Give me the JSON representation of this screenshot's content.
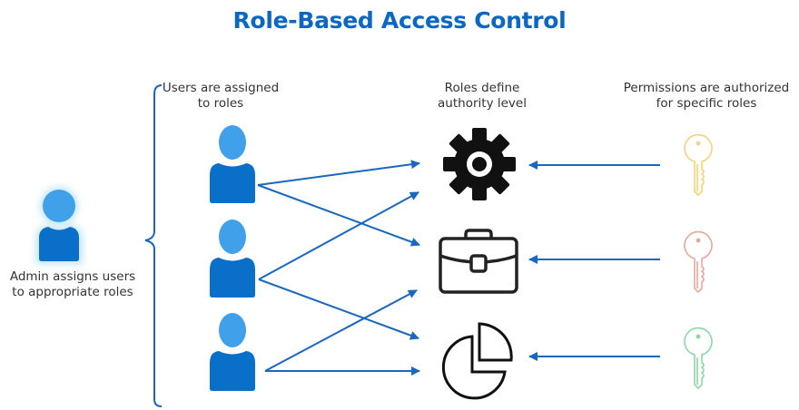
{
  "title": "Role-Based Access Control",
  "captions": {
    "admin": [
      "Admin assigns users",
      "to appropriate roles"
    ],
    "users": [
      "Users are assigned",
      "to roles"
    ],
    "roles": [
      "Roles define",
      "authority level"
    ],
    "permissions": [
      "Permissions are authorized",
      "for specific roles"
    ]
  },
  "admin": {
    "icon": "admin-user-icon"
  },
  "users": [
    {
      "icon": "user-icon",
      "assigned_roles": [
        0,
        1
      ]
    },
    {
      "icon": "user-icon",
      "assigned_roles": [
        0,
        2
      ]
    },
    {
      "icon": "user-icon",
      "assigned_roles": [
        1,
        2
      ]
    }
  ],
  "roles": [
    {
      "icon": "gear-icon"
    },
    {
      "icon": "briefcase-icon"
    },
    {
      "icon": "pie-chart-icon"
    }
  ],
  "permissions": [
    {
      "icon": "key-icon",
      "color": "#f5d37a",
      "role": 0
    },
    {
      "icon": "key-icon",
      "color": "#e2a89c",
      "role": 1
    },
    {
      "icon": "key-icon",
      "color": "#8fd6a6",
      "role": 2
    }
  ],
  "colors": {
    "title": "#0b67c2",
    "arrow": "#1a67bf",
    "user_head": "#41a0ea",
    "user_body": "#0a6fc9",
    "admin_glow": "#bfe6f5",
    "icon_dark": "#111111"
  }
}
